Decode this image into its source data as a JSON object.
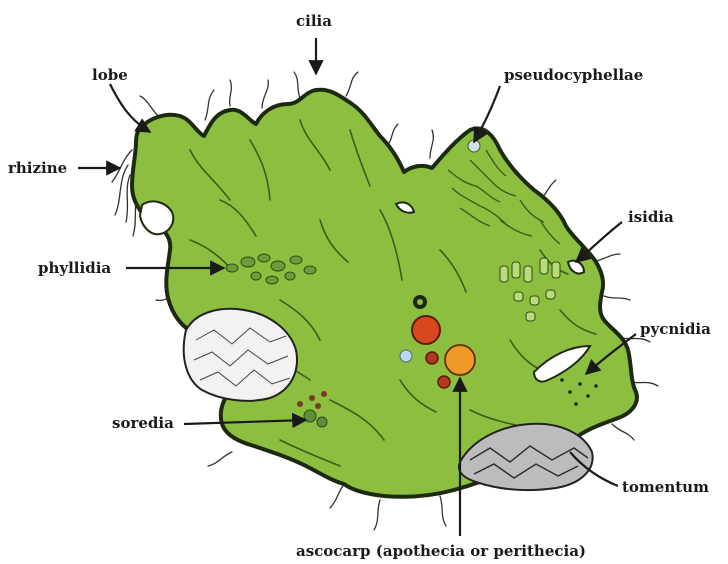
{
  "diagram": {
    "labels": {
      "cilia": "cilia",
      "lobe": "lobe",
      "rhizine": "rhizine",
      "pseudocyphellae": "pseudocyphellae",
      "isidia": "isidia",
      "phyllidia": "phyllidia",
      "pycnidia": "pycnidia",
      "soredia": "soredia",
      "tomentum": "tomentum",
      "ascocarp": "ascocarp (apothecia or perithecia)"
    },
    "colors": {
      "thallus": "#8cbf3f",
      "outline": "#1e2a10",
      "apothecium_red": "#d9471f",
      "apothecium_orange": "#f09a2a",
      "soredia_green": "#5e8f3a"
    }
  }
}
